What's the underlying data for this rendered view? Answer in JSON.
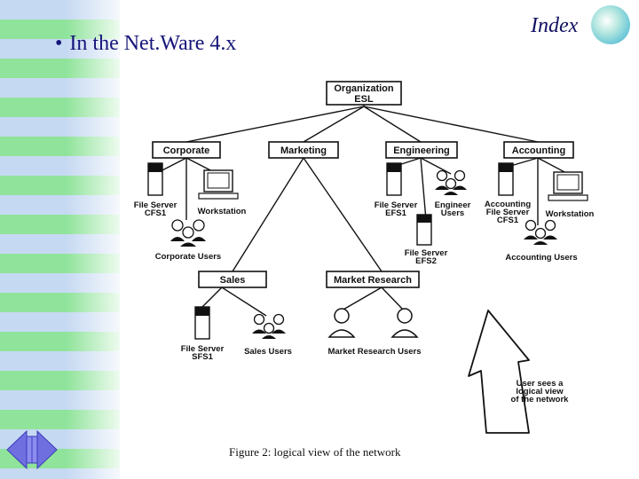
{
  "slide": {
    "title": "In the Net.Ware 4.x",
    "bullet": "•",
    "index_label": "Index"
  },
  "diagram": {
    "root": {
      "line1": "Organization",
      "line2": "ESL"
    },
    "level1": [
      "Corporate",
      "Marketing",
      "Engineering",
      "Accounting"
    ],
    "level2": [
      "Sales",
      "Market Research"
    ],
    "labels": {
      "corp_fs_1": "File Server",
      "corp_fs_2": "CFS1",
      "corp_ws": "Workstation",
      "corp_users": "Corporate Users",
      "eng_fs_1": "File Server",
      "eng_fs_2": "EFS1",
      "eng_users_1": "Engineer",
      "eng_users_2": "Users",
      "eng_fs2_1": "File Server",
      "eng_fs2_2": "EFS2",
      "acc_fs_1": "Accounting",
      "acc_fs_2": "File Server",
      "acc_fs_3": "CFS1",
      "acc_ws": "Workstation",
      "acc_users": "Accounting Users",
      "sales_fs_1": "File Server",
      "sales_fs_2": "SFS1",
      "sales_users": "Sales Users",
      "mr_users": "Market Research Users",
      "view_1": "User sees a",
      "view_2": "logical view",
      "view_3": "of the network"
    },
    "caption": "Figure 2: logical view of the network"
  },
  "colors": {
    "title": "#15157a",
    "stripe_blue": "#c6d9f2",
    "stripe_green": "#8fe39a",
    "nav_button": "#6f6fe0"
  }
}
